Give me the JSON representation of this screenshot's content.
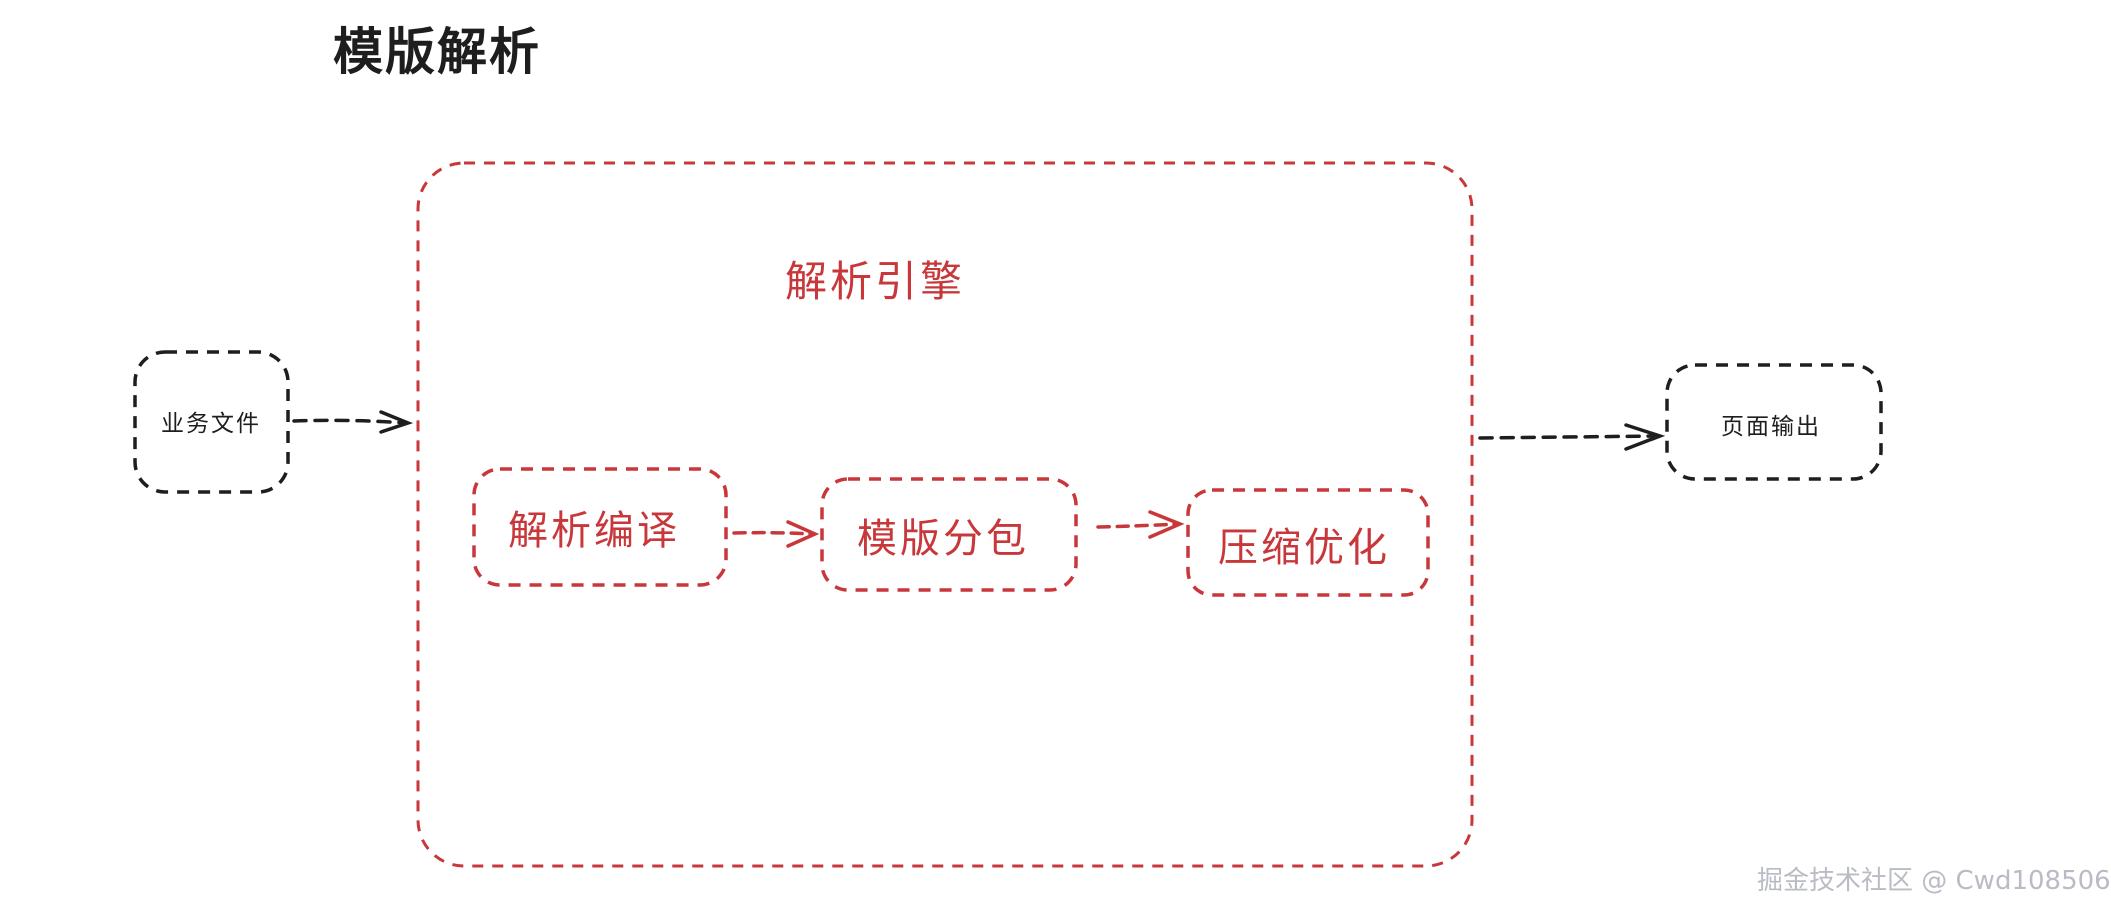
{
  "title": "模版解析",
  "engine": {
    "label": "解析引擎"
  },
  "nodes": {
    "input": "业务文件",
    "compile": "解析编译",
    "split": "模版分包",
    "optimize": "压缩优化",
    "output": "页面输出"
  },
  "watermark": "掘金技术社区 @ Cwd108506",
  "colors": {
    "black_stroke": "#1e1e1e",
    "red_stroke": "#c8373a",
    "watermark": "#b9bcc4"
  }
}
